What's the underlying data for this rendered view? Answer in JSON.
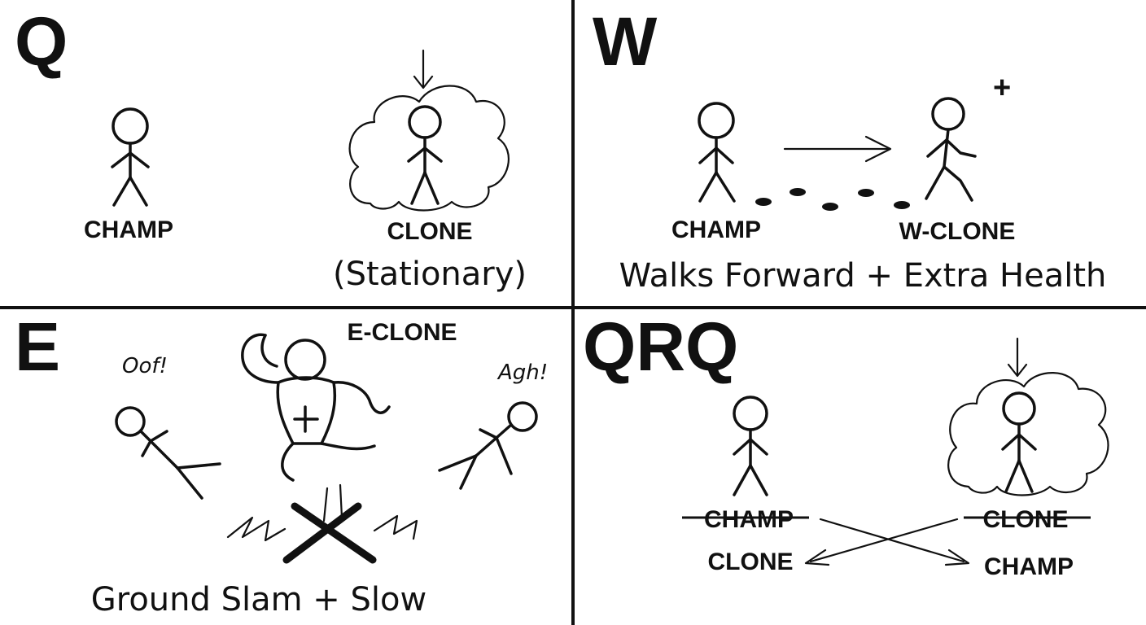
{
  "panels": {
    "q": {
      "key": "Q",
      "champ_label": "CHAMP",
      "clone_label": "CLONE",
      "caption": "(Stationary)"
    },
    "w": {
      "key": "W",
      "champ_label": "CHAMP",
      "clone_label": "W-CLONE",
      "plus": "+",
      "caption": "Walks Forward + Extra Health"
    },
    "e": {
      "key": "E",
      "clone_label": "E-CLONE",
      "shout_left": "Oof!",
      "shout_right": "Agh!",
      "caption": "Ground Slam + Slow"
    },
    "qrq": {
      "key": "QRQ",
      "old_left": "CHAMP",
      "old_right": "CLONE",
      "new_left": "CLONE",
      "new_right": "CHAMP"
    }
  },
  "colors": {
    "ink": "#111111",
    "background": "#ffffff"
  }
}
